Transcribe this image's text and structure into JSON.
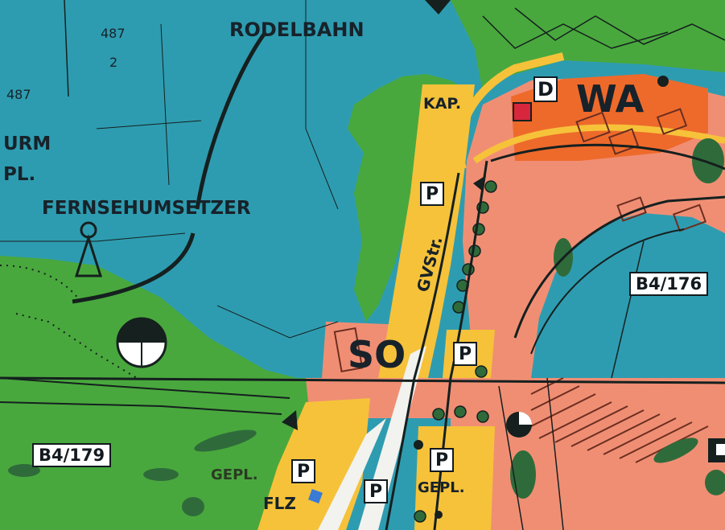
{
  "colors": {
    "water_blue": "#2e9cb0",
    "green": "#49a83d",
    "yellow": "#f6c23a",
    "salmon": "#f08e74",
    "orange": "#ee6a2b",
    "white_road": "#f2f2ee",
    "line_dark": "#15201f",
    "dark_green": "#2f6b3a"
  },
  "labels": {
    "rodelbahn": "RODELBAHN",
    "fernsehumsetzer": "FERNSEHUMSETZER",
    "urm": "URM",
    "pl": "PL.",
    "kap": "KAP.",
    "wa": "WA",
    "so": "SO",
    "gv_str": "GVStr.",
    "gepl_left": "GEPL.",
    "gepl_bottom": "GEPL.",
    "flz": "FLZ",
    "parcel_487_top": "487",
    "parcel_2": "2",
    "parcel_487_left": "487"
  },
  "plates": {
    "b4_176": "B4/176",
    "b4_179": "B4/179",
    "d": "D"
  },
  "parking": [
    {
      "id": "p-north",
      "label": "P"
    },
    {
      "id": "p-east",
      "label": "P"
    },
    {
      "id": "p-south",
      "label": "P"
    },
    {
      "id": "p-bottom-left",
      "label": "P"
    },
    {
      "id": "p-bottom-middle",
      "label": "P"
    }
  ]
}
